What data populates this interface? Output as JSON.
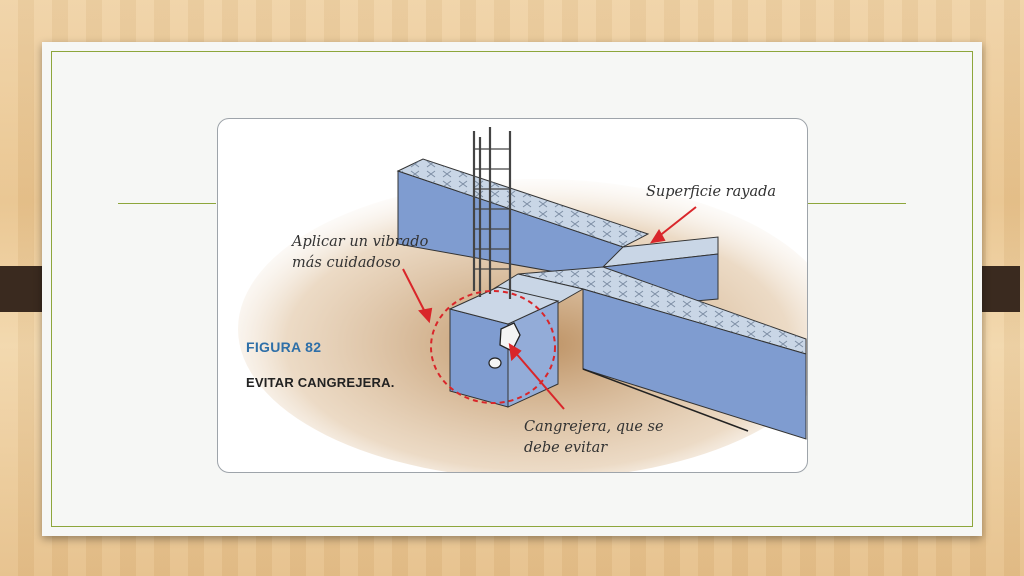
{
  "figure": {
    "number": "FIGURA 82",
    "caption": "EVITAR CANGREJERA.",
    "labels": {
      "surface": "Superficie rayada",
      "vibration_line1": "Aplicar un vibrado",
      "vibration_line2": "más cuidadoso",
      "honeycomb_line1": "Cangrejera, que se",
      "honeycomb_line2": "debe evitar"
    }
  },
  "colors": {
    "frame_accent": "#8da63b",
    "tab": "#3a2a1f",
    "concrete": "#7f9cd0",
    "figure_number": "#2e6fa8",
    "callout_red": "#d9262a"
  }
}
